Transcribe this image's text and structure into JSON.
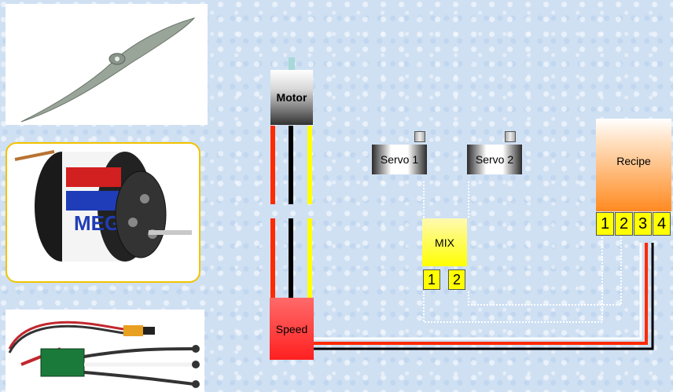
{
  "photos": {
    "propeller": "propeller-photo",
    "motor": "motor-photo",
    "esc": "speed-controller-photo"
  },
  "motor": {
    "label": "Motor"
  },
  "servos": [
    {
      "label": "Servo 1"
    },
    {
      "label": "Servo 2"
    }
  ],
  "mix": {
    "label": "MIX",
    "ports": [
      "1",
      "2"
    ]
  },
  "receiver": {
    "label": "Recipe",
    "ports": [
      "1",
      "2",
      "3",
      "4"
    ]
  },
  "speed": {
    "label": "Speed"
  },
  "motor_photo_text": "MEGA",
  "colors": {
    "wire_red": "#ff2a00",
    "wire_black": "#000000",
    "wire_yellow": "#ffff00",
    "wire_white": "#ffffff",
    "background": "#cfe0f3"
  }
}
